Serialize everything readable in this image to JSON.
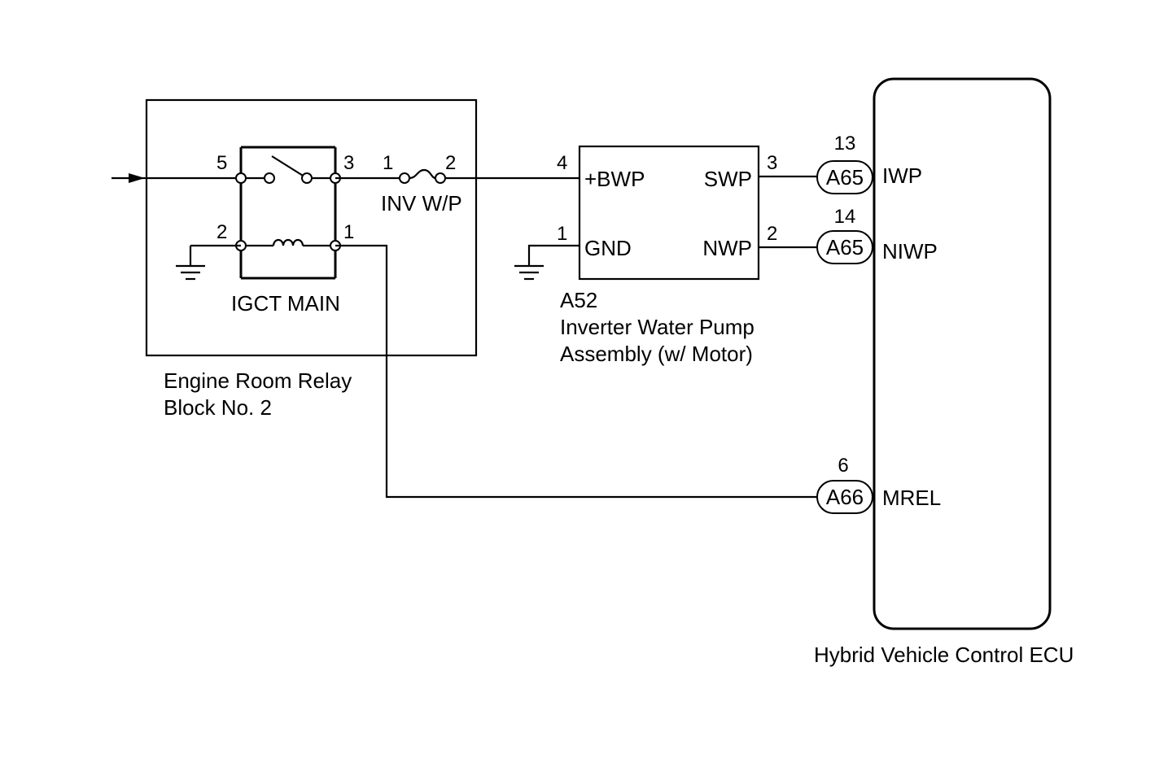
{
  "relay_block": {
    "name_line1": "Engine Room Relay",
    "name_line2": "Block No. 2",
    "relay_label": "IGCT MAIN",
    "fuse_label": "INV W/P",
    "pins": {
      "p5": "5",
      "p3": "3",
      "p2": "2",
      "p1": "1",
      "fuse_in": "1",
      "fuse_out": "2"
    }
  },
  "pump": {
    "code": "A52",
    "name_line1": "Inverter Water Pump",
    "name_line2": "Assembly (w/ Motor)",
    "terminals": {
      "bwp": "+BWP",
      "gnd": "GND",
      "swp": "SWP",
      "nwp": "NWP"
    },
    "pins": {
      "bwp": "4",
      "gnd": "1",
      "swp": "3",
      "nwp": "2"
    }
  },
  "ecu": {
    "name": "Hybrid Vehicle Control ECU",
    "connections": [
      {
        "pin": "13",
        "connector": "A65",
        "terminal": "IWP"
      },
      {
        "pin": "14",
        "connector": "A65",
        "terminal": "NIWP"
      },
      {
        "pin": "6",
        "connector": "A66",
        "terminal": "MREL"
      }
    ]
  }
}
